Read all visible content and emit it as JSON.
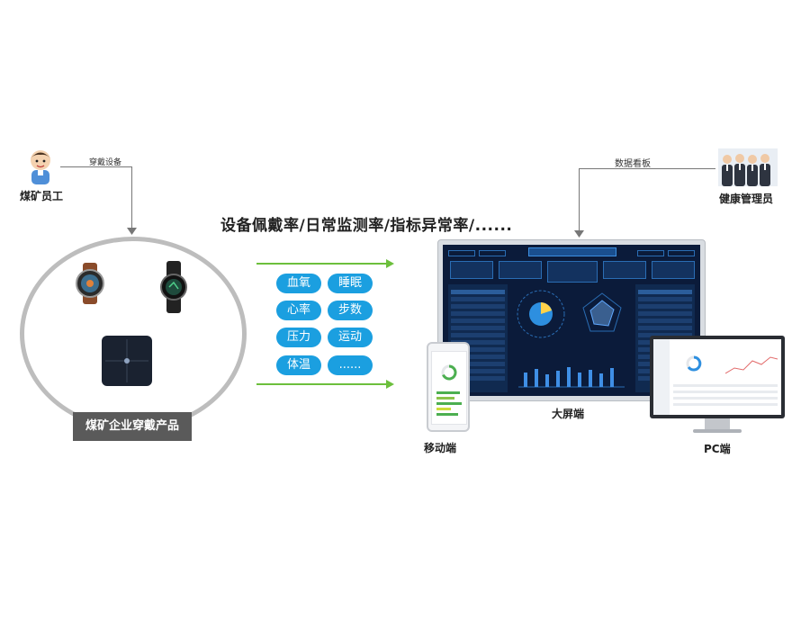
{
  "worker": {
    "label": "煤矿员工",
    "edge_label": "穿戴设备"
  },
  "manager": {
    "label": "健康管理员",
    "edge_label": "数据看板"
  },
  "headline": "设备佩戴率/日常监测率/指标异常率/......",
  "products_caption": "煤矿企业穿戴产品",
  "metrics": [
    "血氧",
    "睡眠",
    "心率",
    "步数",
    "压力",
    "运动",
    "体温",
    "......"
  ],
  "terminals": {
    "big_screen": "大屏端",
    "mobile": "移动端",
    "pc": "PC端"
  },
  "colors": {
    "pill": "#1b9fe0",
    "arrow": "#6cbf3c",
    "screen": "#0b1b3a",
    "caption_box": "#5a5a5a"
  }
}
